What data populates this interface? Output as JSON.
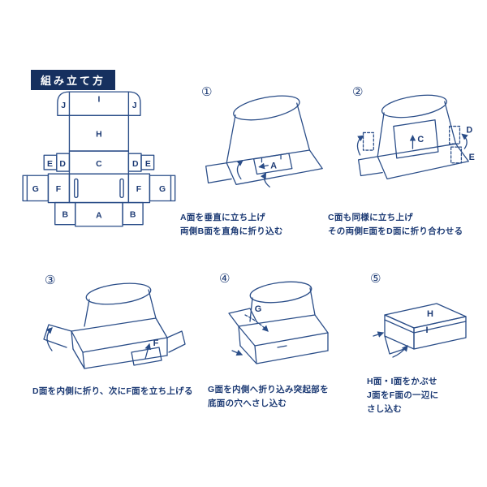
{
  "title": "組み立て方",
  "colors": {
    "ink": "#2a4d88",
    "text": "#1c3a74",
    "title_bg": "#16305f",
    "title_fg": "#ffffff"
  },
  "template": {
    "labels": {
      "j_left": "J",
      "i": "I",
      "j_right": "J",
      "h": "H",
      "c": "C",
      "e_left": "E",
      "d_left": "D",
      "d_right": "D",
      "e_right": "E",
      "g_left": "G",
      "f_left": "F",
      "f_right": "F",
      "g_right": "G",
      "b_left": "B",
      "a": "A",
      "b_right": "B"
    }
  },
  "steps": [
    {
      "num": "①",
      "cap1": "A面を垂直に立ち上げ",
      "cap2": "両側B面を直角に折り込む",
      "labels": {
        "a": "A"
      }
    },
    {
      "num": "②",
      "cap1": "C面も同様に立ち上げ",
      "cap2": "その両側E面をD面に折り合わせる",
      "labels": {
        "c": "C",
        "d": "D",
        "e": "E"
      }
    },
    {
      "num": "③",
      "cap1": "D面を内側に折り、次にF面を立ち上げる",
      "labels": {
        "f": "F"
      }
    },
    {
      "num": "④",
      "cap1": "G面を内側へ折り込み突起部を",
      "cap2": "底面の穴へさし込む",
      "labels": {
        "g": "G"
      }
    },
    {
      "num": "⑤",
      "cap1": "H面・I面をかぶせ",
      "cap2": "J面をF面の一辺に",
      "cap3": "さし込む",
      "labels": {
        "h": "H",
        "i": "I"
      }
    }
  ]
}
